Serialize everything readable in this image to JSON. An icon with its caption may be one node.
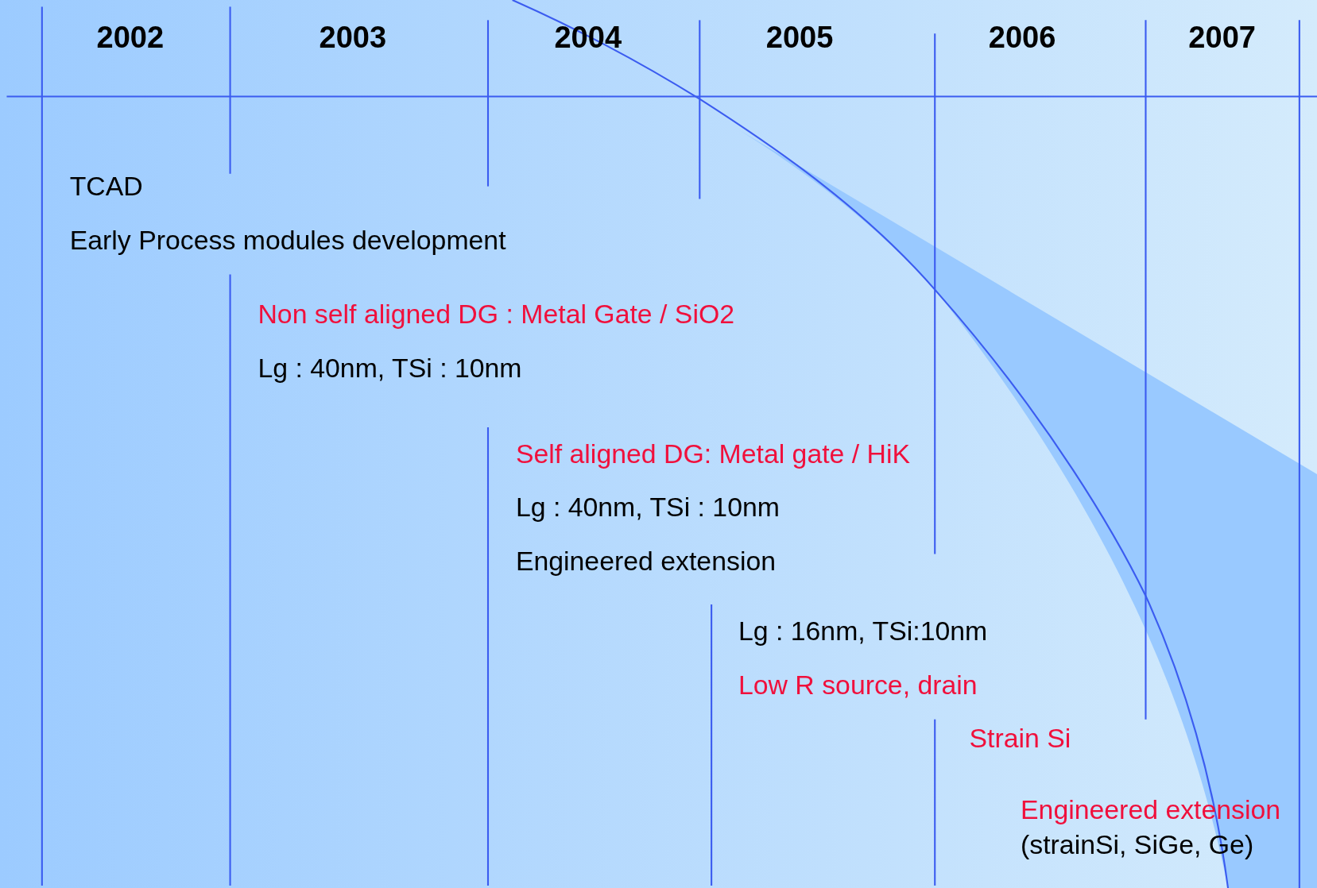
{
  "diagram": {
    "labels": [
      "2002",
      "2003",
      "2004",
      "2005",
      "2006",
      "2007",
      "TCAD",
      "Early Process modules development",
      "Non self aligned DG : Metal Gate / SiO2",
      "Lg : 40nm, TSi : 10nm",
      "Self aligned DG: Metal gate / HiK",
      "Lg : 40nm, TSi : 10nm",
      "Engineered extension",
      "Lg : 16nm, TSi:10nm",
      "Low R source, drain",
      "Strain Si",
      "Engineered extension",
      "(strainSi, SiGe, Ge)"
    ]
  }
}
